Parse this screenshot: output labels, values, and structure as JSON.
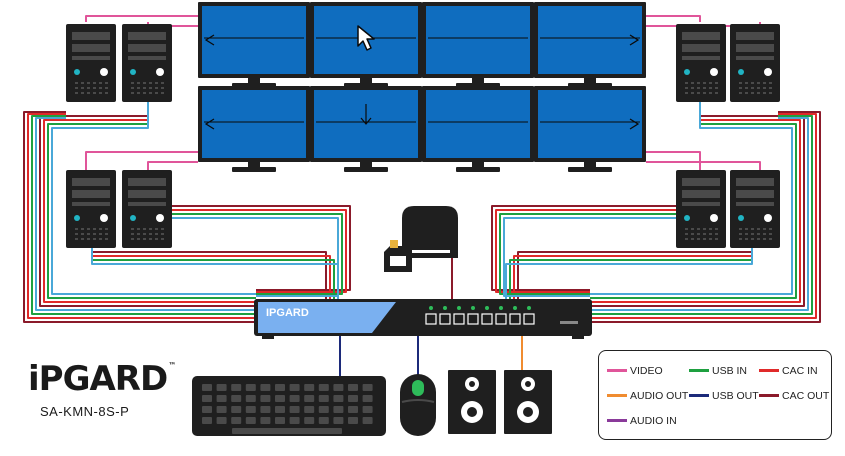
{
  "brand": {
    "name": "iPGARD",
    "trademark": "™",
    "model": "SA-KMN-8S-P",
    "switch_label": "IPGARD"
  },
  "legend": [
    {
      "id": "video",
      "label": "VIDEO",
      "color": "#e0559a"
    },
    {
      "id": "usb-in",
      "label": "USB IN",
      "color": "#1ea040"
    },
    {
      "id": "cac-in",
      "label": "CAC IN",
      "color": "#e02a2a"
    },
    {
      "id": "audio-out",
      "label": "AUDIO OUT",
      "color": "#f08c30"
    },
    {
      "id": "usb-out",
      "label": "USB OUT",
      "color": "#1c2a7a"
    },
    {
      "id": "cac-out",
      "label": "CAC OUT",
      "color": "#8b1a2a"
    },
    {
      "id": "audio-in",
      "label": "AUDIO IN",
      "color": "#8a3a9a"
    }
  ],
  "colors": {
    "screen": "#0f6dbf",
    "monitor": "#1f1f1f",
    "device": "#1f1f1f",
    "panel": "#4a4a4a",
    "led_green": "#2ebc5a",
    "led_teal": "#21b4c4",
    "switch_accent": "#7ab0f0",
    "usb_cable": "#4aa8d8"
  },
  "icons": [
    "computer-tower-icon",
    "monitor-icon",
    "arrow-left-icon",
    "arrow-right-icon",
    "arrow-down-icon",
    "mouse-pointer-icon",
    "kvm-switch-icon",
    "cac-reader-icon",
    "smart-card-icon",
    "keyboard-icon",
    "mouse-icon",
    "speaker-icon"
  ]
}
